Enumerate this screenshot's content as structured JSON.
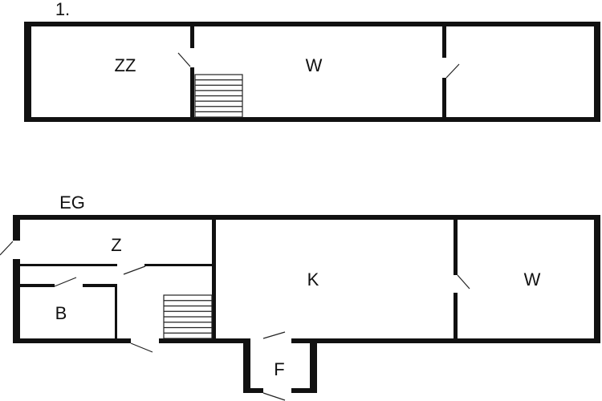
{
  "floors": [
    {
      "title": "1.",
      "rooms": [
        {
          "label": "ZZ"
        },
        {
          "label": "W"
        },
        {
          "label": ""
        }
      ]
    },
    {
      "title": "EG",
      "rooms": [
        {
          "label": "Z"
        },
        {
          "label": "B"
        },
        {
          "label": "K"
        },
        {
          "label": "W"
        },
        {
          "label": "F"
        }
      ]
    }
  ],
  "colors": {
    "wall": "#111111",
    "background": "#ffffff"
  }
}
